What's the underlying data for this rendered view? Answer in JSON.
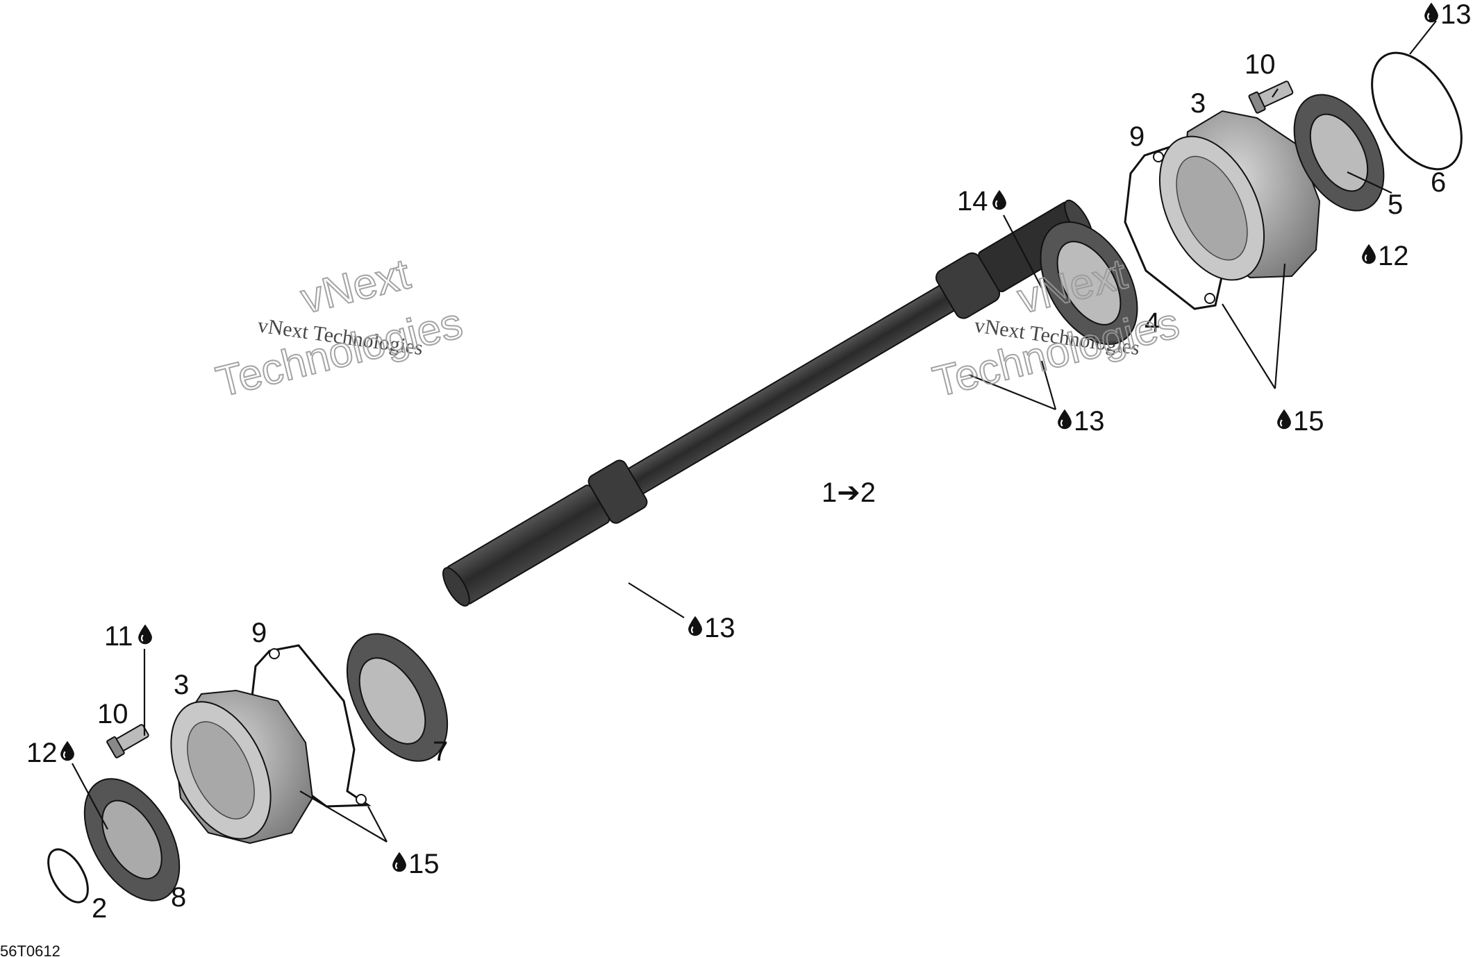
{
  "diagram": {
    "drawing_code": "56T0612",
    "watermark_line": "vNext Technologies",
    "watermark_big_1": "vNext",
    "watermark_big_2": "Technologies",
    "callouts": {
      "c13_top": "13",
      "c10_top": "10",
      "c3_top": "3",
      "c9_top": "9",
      "c6": "6",
      "c5": "5",
      "c14": "14",
      "c12_top": "12",
      "c4": "4",
      "c13_mid": "13",
      "c15_top": "15",
      "c1_2": "1➔2",
      "c13_shaft": "13",
      "c11": "11",
      "c9_bot": "9",
      "c3_bot": "3",
      "c10_bot": "10",
      "c12_bot": "12",
      "c7": "7",
      "c15_bot": "15",
      "c2": "2",
      "c8": "8"
    },
    "colors": {
      "part_dark": "#2e2e2e",
      "part_mid": "#6f6f6f",
      "part_light": "#bdbdbd",
      "line": "#111111"
    },
    "icons": [
      "oil-drop-icon"
    ]
  }
}
